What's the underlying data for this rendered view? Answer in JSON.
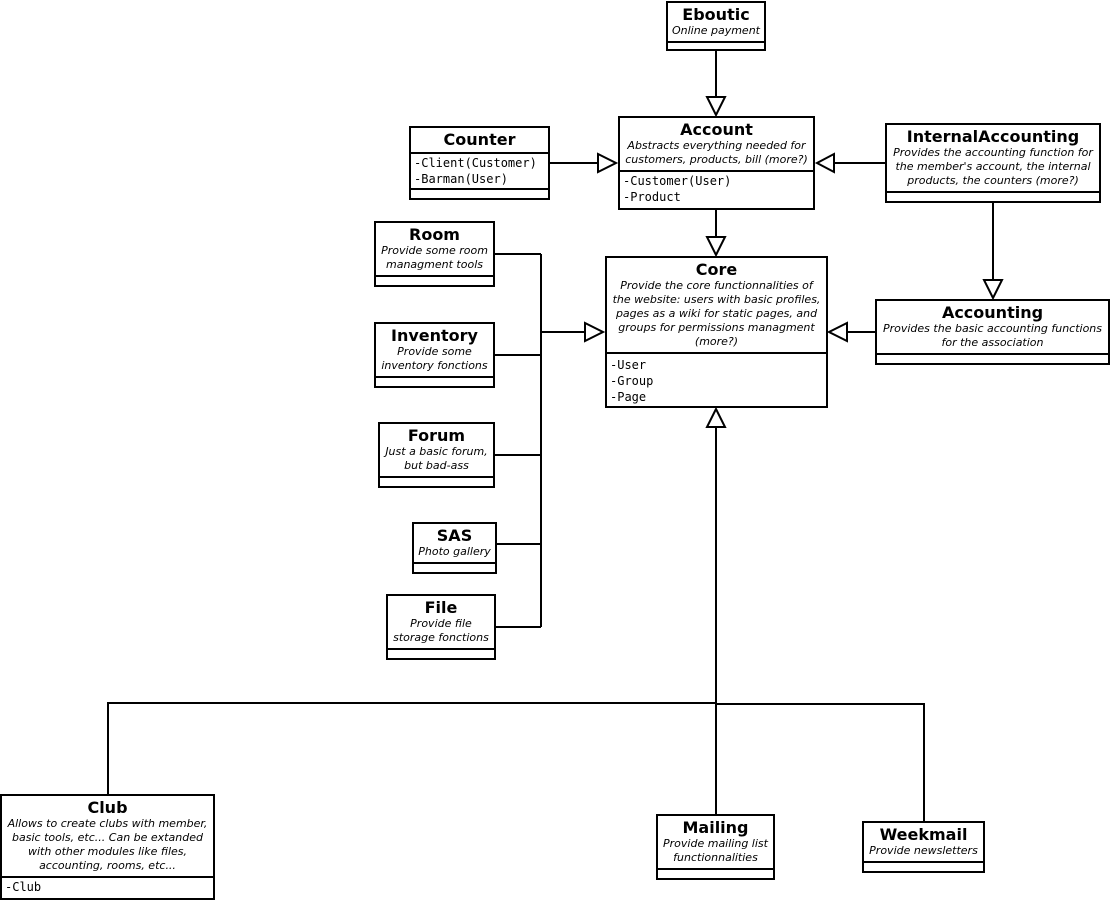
{
  "classes": {
    "eboutic": {
      "name": "Eboutic",
      "description": "Online payment",
      "attributes": []
    },
    "account": {
      "name": "Account",
      "description": "Abstracts everything needed for customers, products, bill (more?)",
      "attributes": [
        "-Customer(User)",
        "-Product"
      ]
    },
    "counter": {
      "name": "Counter",
      "description": "",
      "attributes": [
        "-Client(Customer)",
        "-Barman(User)"
      ]
    },
    "internal_accounting": {
      "name": "InternalAccounting",
      "description": "Provides the accounting function for the member's account, the internal products, the counters (more?)",
      "attributes": []
    },
    "core": {
      "name": "Core",
      "description": "Provide the core functionnalities of the website: users with basic profiles, pages as a wiki for static pages, and groups for permissions managment (more?)",
      "attributes": [
        "-User",
        "-Group",
        "-Page"
      ]
    },
    "accounting": {
      "name": "Accounting",
      "description": "Provides the basic accounting functions for the association",
      "attributes": []
    },
    "room": {
      "name": "Room",
      "description": "Provide some room managment tools",
      "attributes": []
    },
    "inventory": {
      "name": "Inventory",
      "description": "Provide some inventory fonctions",
      "attributes": []
    },
    "forum": {
      "name": "Forum",
      "description": "Just a basic forum, but bad-ass",
      "attributes": []
    },
    "sas": {
      "name": "SAS",
      "description": "Photo gallery",
      "attributes": []
    },
    "file": {
      "name": "File",
      "description": "Provide file storage fonctions",
      "attributes": []
    },
    "club": {
      "name": "Club",
      "description": "Allows to create clubs with member, basic tools, etc... Can be extanded with other modules like files, accounting, rooms, etc...",
      "attributes": [
        "-Club"
      ]
    },
    "mailing": {
      "name": "Mailing",
      "description": "Provide mailing list functionnalities",
      "attributes": []
    },
    "weekmail": {
      "name": "Weekmail",
      "description": "Provide newsletters",
      "attributes": []
    }
  }
}
